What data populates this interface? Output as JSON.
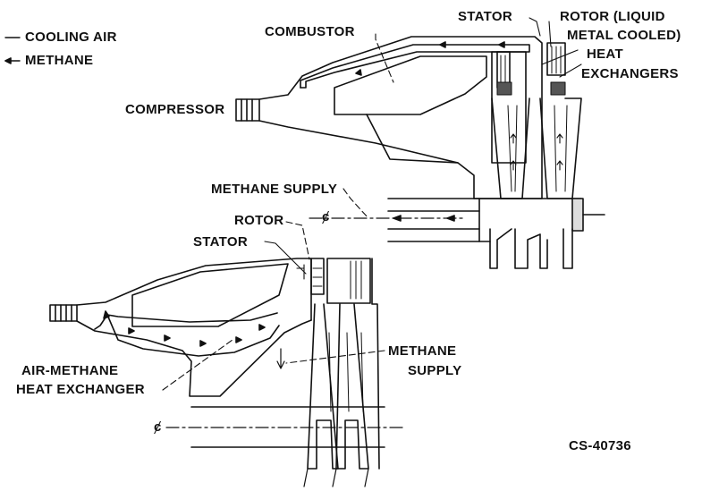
{
  "legend": {
    "cooling_air": "COOLING AIR",
    "methane": "METHANE"
  },
  "labels": {
    "combustor": "COMBUSTOR",
    "stator_top": "STATOR",
    "rotor_top_line1": "ROTOR (LIQUID",
    "rotor_top_line2": "METAL COOLED)",
    "heat_line1": "HEAT",
    "heat_line2": "EXCHANGERS",
    "compressor": "COMPRESSOR",
    "methane_supply_top": "METHANE SUPPLY",
    "rotor_bottom": "ROTOR",
    "stator_bottom": "STATOR",
    "methane_bottom_line1": "METHANE",
    "methane_bottom_line2": "SUPPLY",
    "air_methane_line1": "AIR-METHANE",
    "air_methane_line2": "HEAT EXCHANGER",
    "centerline_mark_top": "ȼ",
    "centerline_mark_bottom": "ȼ",
    "figure_code": "CS-40736"
  }
}
